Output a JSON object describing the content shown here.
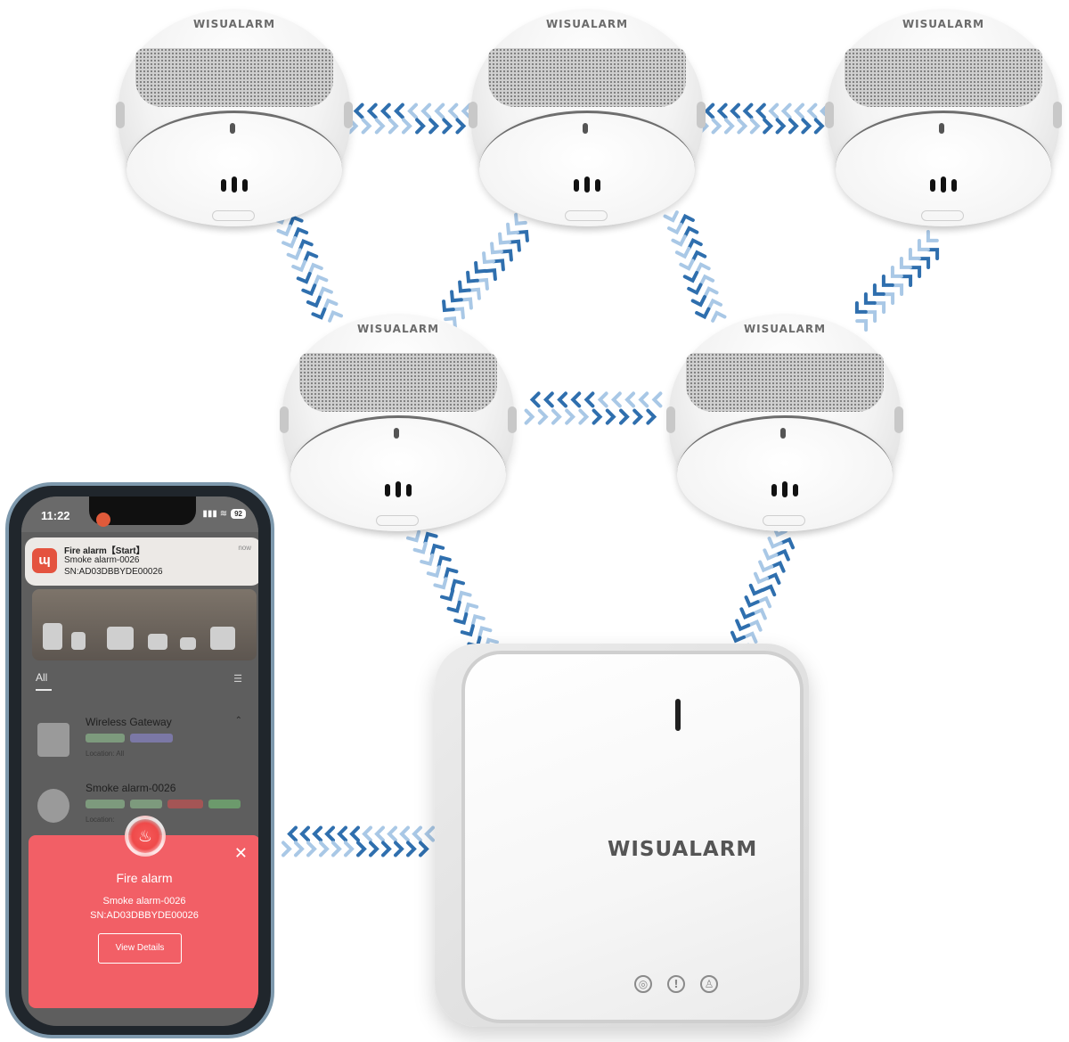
{
  "brand": "WISUALARM",
  "alarms": [
    {
      "id": "top-left"
    },
    {
      "id": "top-center"
    },
    {
      "id": "top-right"
    },
    {
      "id": "mid-left"
    },
    {
      "id": "mid-right"
    }
  ],
  "colors": {
    "arrow_dark": "#2f6fae",
    "arrow_light": "#a9c8e6",
    "alert": "#f25f66"
  },
  "phone": {
    "time": "11:22",
    "battery": "92",
    "notification": {
      "title": "Fire alarm【Start】",
      "device": "Smoke alarm-0026",
      "serial": "SN:AD03DBBYDE00026",
      "when": "now"
    },
    "filter_label": "All",
    "devices": [
      {
        "name": "Wireless Gateway",
        "location": "Location: All"
      },
      {
        "name": "Smoke alarm-0026",
        "location": "Location:"
      }
    ],
    "alert": {
      "title": "Fire alarm",
      "device": "Smoke alarm-0026",
      "serial": "SN:AD03DBBYDE00026",
      "button": "View Details"
    }
  }
}
